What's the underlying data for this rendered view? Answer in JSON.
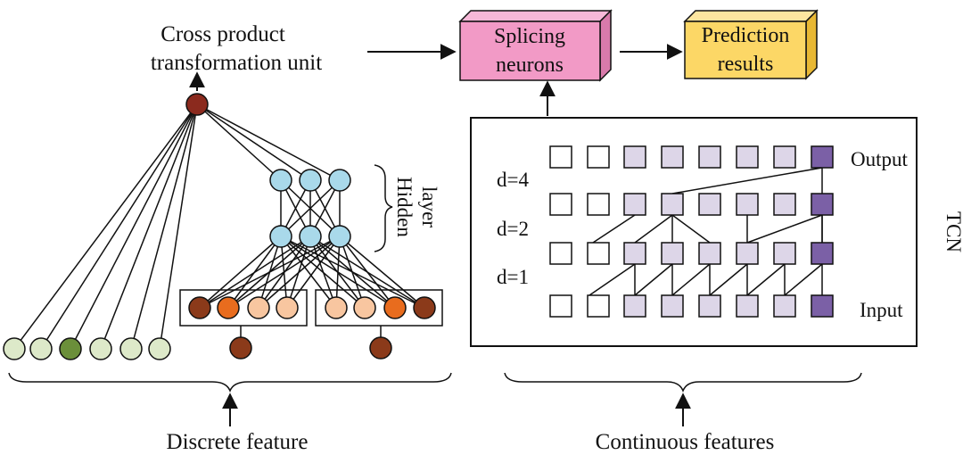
{
  "top_label": {
    "line1": "Cross product",
    "line2": "transformation unit"
  },
  "hidden_label": {
    "line1": "Hidden",
    "line2": "layer"
  },
  "splicing_box": {
    "line1": "Splicing",
    "line2": "neurons",
    "color": "#f29ac6"
  },
  "prediction_box": {
    "line1": "Prediction",
    "line2": "results",
    "color": "#fcd766"
  },
  "tcn": {
    "side_label": "TCN",
    "output_label": "Output",
    "input_label": "Input",
    "dilations": [
      "d=4",
      "d=2",
      "d=1"
    ],
    "columns": 8,
    "rows": 4,
    "active_color": "#ddd6e8",
    "output_color": "#7b60a6"
  },
  "bottom": {
    "discrete_label": "Discrete feature",
    "continuous_label": "Continuous features"
  },
  "colors": {
    "top_node": "#8b2a1e",
    "hidden_node": "#a9d9ea",
    "dark_brown": "#8b3a1a",
    "orange": "#e86c1e",
    "light_peach": "#f8c6a0",
    "light_green": "#dde9c9",
    "dark_green": "#6b8f3a"
  }
}
